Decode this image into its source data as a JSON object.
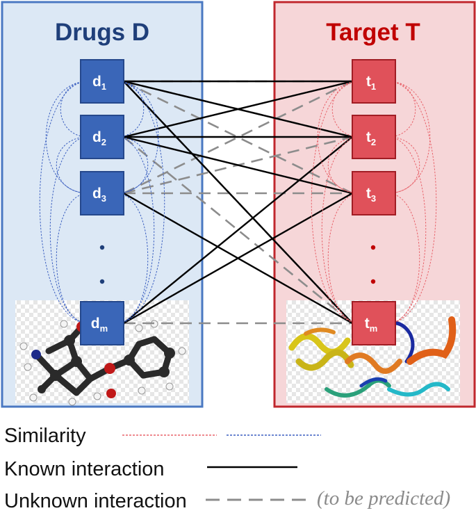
{
  "drugs_panel": {
    "title": "Drugs D"
  },
  "target_panel": {
    "title": "Target T"
  },
  "drug_nodes": [
    {
      "label": "d",
      "sub": "1"
    },
    {
      "label": "d",
      "sub": "2"
    },
    {
      "label": "d",
      "sub": "3"
    },
    {
      "label": "d",
      "sub": "m"
    }
  ],
  "target_nodes": [
    {
      "label": "t",
      "sub": "1"
    },
    {
      "label": "t",
      "sub": "2"
    },
    {
      "label": "t",
      "sub": "3"
    },
    {
      "label": "t",
      "sub": "m"
    }
  ],
  "known_interactions": [
    [
      "d1",
      "t1"
    ],
    [
      "d1",
      "t2"
    ],
    [
      "d1",
      "tm"
    ],
    [
      "d2",
      "t1"
    ],
    [
      "d2",
      "t2"
    ],
    [
      "d2",
      "t3"
    ],
    [
      "d3",
      "tm"
    ],
    [
      "dm",
      "t2"
    ],
    [
      "dm",
      "t3"
    ]
  ],
  "unknown_interactions": [
    [
      "d1",
      "t1"
    ],
    [
      "d1",
      "t3"
    ],
    [
      "d1",
      "t2"
    ],
    [
      "d1",
      "tm"
    ],
    [
      "d2",
      "tm"
    ],
    [
      "d3",
      "t1"
    ],
    [
      "d3",
      "t2"
    ],
    [
      "d3",
      "t3"
    ],
    [
      "dm",
      "tm"
    ]
  ],
  "legend": {
    "similarity": "Similarity",
    "known": "Known interaction",
    "unknown": "Unknown interaction",
    "unknown_note": "(to be predicted)"
  },
  "colors": {
    "drug_panel_fill": "#dce8f5",
    "drug_panel_border": "#4a78c2",
    "drug_title": "#1f3f7a",
    "drug_node": "#3a66b8",
    "drug_similarity": "#3b5fc0",
    "target_panel_fill": "#f6d6d8",
    "target_panel_border": "#c0272d",
    "target_title": "#c00000",
    "target_node": "#e0515a",
    "target_similarity": "#e8636b",
    "known_line": "#000000",
    "unknown_line": "#8c8c8c"
  },
  "images": {
    "drug": "molecule-illustration",
    "target": "protein-ribbon-illustration"
  }
}
